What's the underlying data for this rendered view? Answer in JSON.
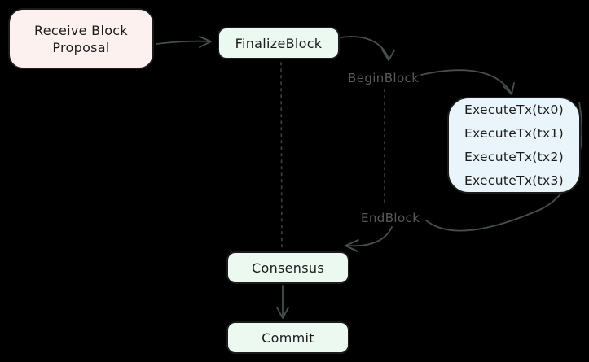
{
  "canvas": {
    "background_color": "#000000",
    "arrow_color": "#46504b",
    "dotted_line_color": "#3e3e3e",
    "flow_label_color": "#595959",
    "border_color": "#1b1b1b"
  },
  "nodes": {
    "receive": {
      "line1": "Receive Block",
      "line2": "Proposal",
      "fill": "#fdf1f0"
    },
    "finalize": {
      "label": "FinalizeBlock",
      "fill": "#ecf9f1"
    },
    "execute": {
      "fill": "#e9f4fb",
      "lines": [
        "ExecuteTx(tx0)",
        "ExecuteTx(tx1)",
        "ExecuteTx(tx2)",
        "ExecuteTx(tx3)"
      ]
    },
    "consensus": {
      "label": "Consensus",
      "fill": "#ecf9f1"
    },
    "commit": {
      "label": "Commit",
      "fill": "#ecf9f1"
    }
  },
  "labels": {
    "begin_block": "BeginBlock",
    "end_block": "EndBlock"
  }
}
